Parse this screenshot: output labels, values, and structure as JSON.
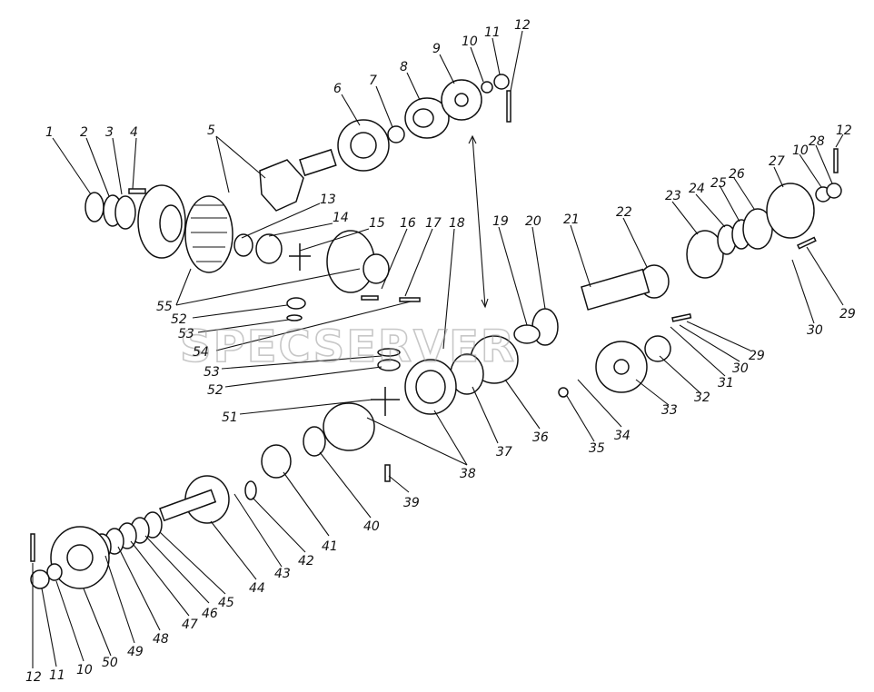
{
  "watermark": "SPECSERVER",
  "callouts": {
    "c1": "1",
    "c2": "2",
    "c3": "3",
    "c4": "4",
    "c5": "5",
    "c6": "6",
    "c7": "7",
    "c8": "8",
    "c9": "9",
    "c10a": "10",
    "c11a": "11",
    "c12a": "12",
    "c13": "13",
    "c14": "14",
    "c15": "15",
    "c16": "16",
    "c17": "17",
    "c18": "18",
    "c19": "19",
    "c20": "20",
    "c21": "21",
    "c22": "22",
    "c23": "23",
    "c24": "24",
    "c25": "25",
    "c26": "26",
    "c27": "27",
    "c10b": "10",
    "c28": "28",
    "c12b": "12",
    "c29a": "29",
    "c30a": "30",
    "c29b": "29",
    "c30b": "30",
    "c31": "31",
    "c32": "32",
    "c33": "33",
    "c34": "34",
    "c35": "35",
    "c36": "36",
    "c37": "37",
    "c38": "38",
    "c39": "39",
    "c40": "40",
    "c41": "41",
    "c42": "42",
    "c43": "43",
    "c44": "44",
    "c45": "45",
    "c46": "46",
    "c47": "47",
    "c48": "48",
    "c49": "49",
    "c50": "50",
    "c10c": "10",
    "c11c": "11",
    "c12c": "12",
    "c51": "51",
    "c52a": "52",
    "c53a": "53",
    "c54": "54",
    "c53b": "53",
    "c52b": "52",
    "c55": "55"
  }
}
